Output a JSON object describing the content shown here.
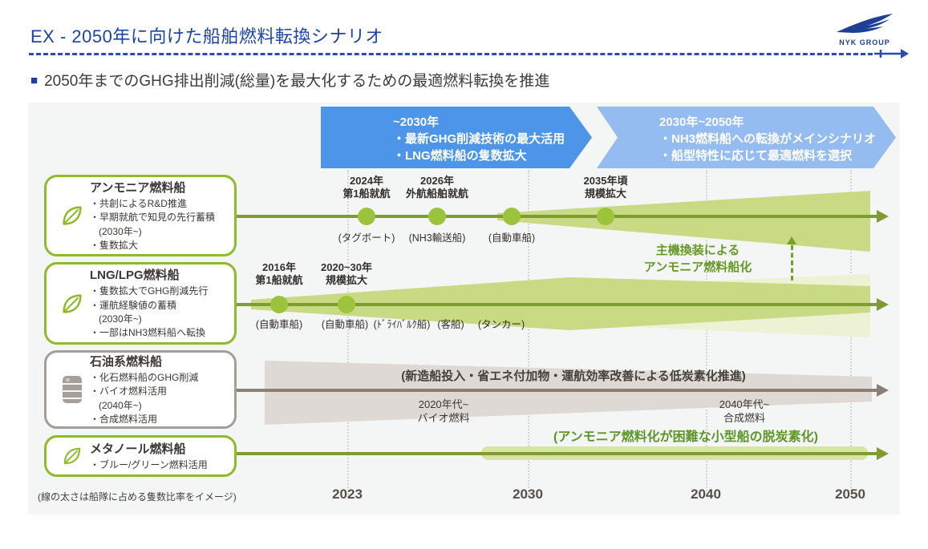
{
  "header": {
    "title": "EX - 2050年に向けた船舶燃料転換シナリオ",
    "logo_text": "NYK GROUP"
  },
  "subtitle": {
    "bullet": "■",
    "text": "2050年までのGHG排出削減(総量)を最大化するための最適燃料転換を推進"
  },
  "banners": [
    {
      "title": "~2030年",
      "bullets": [
        "・最新GHG削減技術の最大活用",
        "・LNG燃料船の隻数拡大"
      ]
    },
    {
      "title": "2030年~2050年",
      "bullets": [
        "・NH3燃料船への転換がメインシナリオ",
        "・船型特性に応じて最適燃料を選択"
      ]
    }
  ],
  "fuel_boxes": [
    {
      "icon": "leaf-icon",
      "title": "アンモニア燃料船",
      "bullets": [
        "・共創によるR&D推進",
        "・早期就航で知見の先行蓄積",
        "(2030年~)",
        "・隻数拡大"
      ]
    },
    {
      "icon": "leaf-icon",
      "title": "LNG/LPG燃料船",
      "bullets": [
        "・隻数拡大でGHG削減先行",
        "・運航経験値の蓄積",
        "(2030年~)",
        "・一部はNH3燃料船へ転換"
      ]
    },
    {
      "icon": "oil-barrel-icon",
      "title": "石油系燃料船",
      "bullets": [
        "・化石燃料船のGHG削減",
        "・バイオ燃料活用",
        "(2040年~)",
        "・合成燃料活用"
      ]
    },
    {
      "icon": "leaf-icon",
      "title": "メタノール燃料船",
      "bullets": [
        "・ブルー/グリーン燃料活用"
      ]
    }
  ],
  "ammonia_timeline": {
    "milestones_above": [
      {
        "year": "2024年",
        "event": "第1船就航"
      },
      {
        "year": "2026年",
        "event": "外航船舶就航"
      },
      {
        "year": "2035年頃",
        "event": "規模拡大"
      }
    ],
    "ships_below": [
      "(タグボート)",
      "(NH3輸送船)",
      "(自動車船)"
    ],
    "note_line1": "主機換装による",
    "note_line2": "アンモニア燃料船化"
  },
  "lng_timeline": {
    "milestones_above": [
      {
        "year": "2016年",
        "event": "第1船就航"
      },
      {
        "year": "2020~30年",
        "event": "規模拡大"
      }
    ],
    "ships_below": [
      "(自動車船)",
      "(自動車船)",
      "(ﾄﾞﾗｲﾊﾞﾙｸ船)",
      "(客船)",
      "(タンカー)"
    ]
  },
  "oil_timeline": {
    "caption": "(新造船投入・省エネ付加物・運航効率改善による低炭素化推進)",
    "phases": [
      {
        "period": "2020年代~",
        "fuel": "バイオ燃料"
      },
      {
        "period": "2040年代~",
        "fuel": "合成燃料"
      }
    ]
  },
  "methanol_timeline": {
    "caption": "(アンモニア燃料化が困難な小型船の脱炭素化)"
  },
  "axis_years": [
    "2023",
    "2030",
    "2040",
    "2050"
  ],
  "footnote": "(線の太さは船隊に占める隻数比率をイメージ)",
  "colors": {
    "title_blue": "#1c44a8",
    "banner_blue": "#4c95e9",
    "banner_light_blue": "#95bcf0",
    "eco_green": "#8dbb2a",
    "line_olive": "#7e9c30",
    "dot_green": "#9cc33c",
    "band_green": "#c8db84",
    "band_pale_green": "#edf2d4",
    "oil_gray_border": "#a49e99",
    "oil_band": "#ded9d4",
    "oil_line": "#8a8078",
    "note_green": "#669a28",
    "chart_bg": "#f4f5f5"
  }
}
